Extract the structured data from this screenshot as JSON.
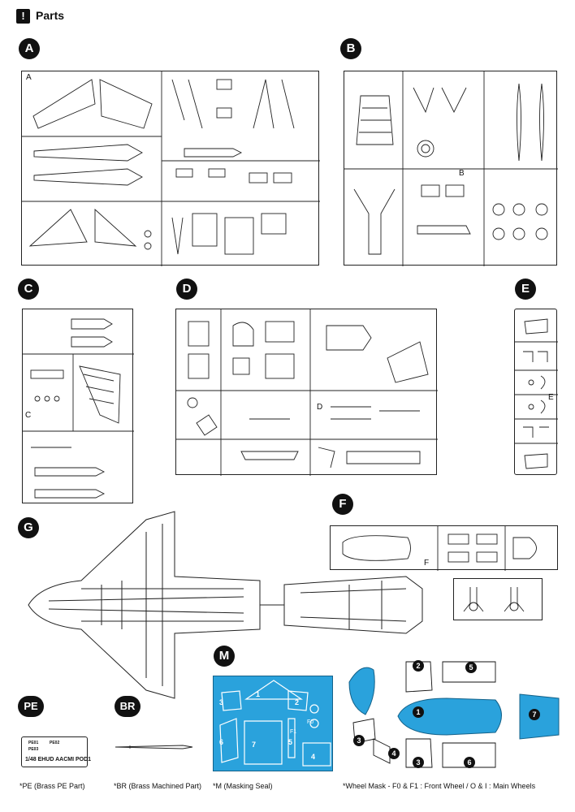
{
  "header": {
    "icon": "!",
    "title": "Parts"
  },
  "sections": {
    "A": {
      "badge": "A",
      "frame_letter": "A"
    },
    "B": {
      "badge": "B",
      "frame_letter": "B"
    },
    "C": {
      "badge": "C",
      "frame_letter": "C"
    },
    "D": {
      "badge": "D",
      "frame_letter": "D"
    },
    "E": {
      "badge": "E",
      "frame_letter": "E"
    },
    "F": {
      "badge": "F",
      "frame_letter": "F"
    },
    "G": {
      "badge": "G"
    },
    "M": {
      "badge": "M",
      "labels": [
        "1",
        "2",
        "3",
        "4",
        "5",
        "6",
        "7"
      ],
      "sub_labels": [
        "F0",
        "F1"
      ]
    },
    "PE": {
      "badge": "PE",
      "plate_text": "1/48 EHUD AACMI POD1",
      "tags": [
        "PE01",
        "PE02",
        "PE03"
      ]
    },
    "BR": {
      "badge": "BR"
    }
  },
  "wheel_mask_labels": [
    "2",
    "5",
    "1",
    "7",
    "3",
    "4",
    "3",
    "6"
  ],
  "captions": {
    "pe": "*PE (Brass PE Part)",
    "br": "*BR (Brass Machined Part)",
    "m": "*M (Masking Seal)",
    "wheel": "*Wheel Mask - F0 & F1 : Front Wheel / O & I : Main Wheels"
  },
  "colors": {
    "mask_blue": "#2aa2dc",
    "ink": "#111111"
  }
}
